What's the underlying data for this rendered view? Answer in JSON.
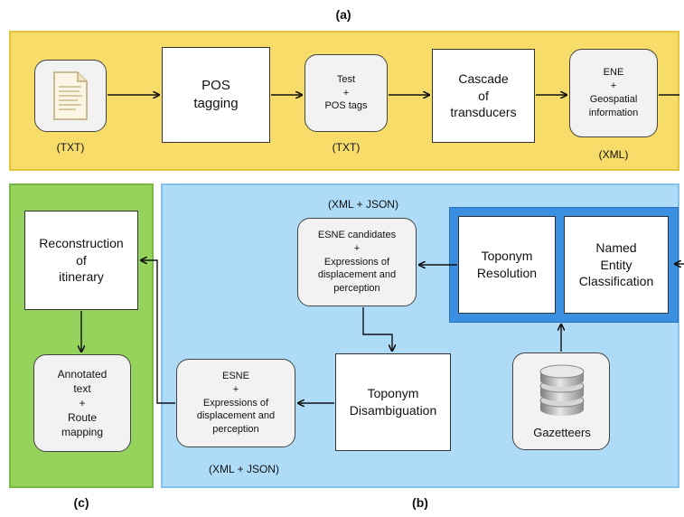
{
  "panels": {
    "a_label": "(a)",
    "b_label": "(b)",
    "c_label": "(c)"
  },
  "pipeline_a": {
    "pos_tagging": "POS\ntagging",
    "test_pos": "Test\n+\nPOS tags",
    "cascade": "Cascade\nof\ntransducers",
    "ene_geo": "ENE\n+\nGeospatial\ninformation",
    "txt_label_1": "(TXT)",
    "txt_label_2": "(TXT)",
    "xml_label": "(XML)"
  },
  "pipeline_b": {
    "toponym_resolution": "Toponym\nResolution",
    "named_entity_classification": "Named\nEntity\nClassification",
    "esne_candidates": "ESNE candidates\n+\nExpressions of\ndisplacement and\nperception",
    "xml_json_top": "(XML + JSON)",
    "toponym_disambiguation": "Toponym\nDisambiguation",
    "gazetteers": "Gazetteers",
    "esne": "ESNE\n+\nExpressions of\ndisplacement and\nperception",
    "xml_json_bottom": "(XML + JSON)"
  },
  "pipeline_c": {
    "reconstruction": "Reconstruction\nof\nitinerary",
    "annotated": "Annotated\ntext\n+\nRoute\nmapping"
  },
  "colors": {
    "panel_a": "#f7dc6a",
    "panel_b": "#aedcf8",
    "panel_c": "#96d35d",
    "nec_frame": "#3a8fe0"
  },
  "icons": [
    "document-icon",
    "database-icon"
  ]
}
